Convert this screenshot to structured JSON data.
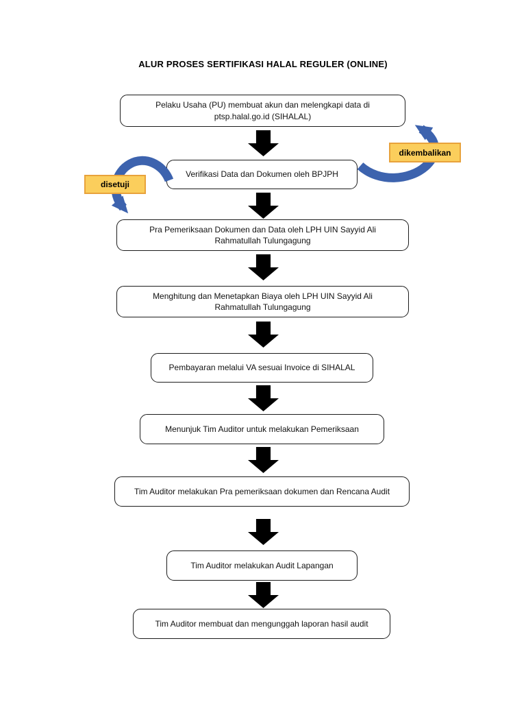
{
  "title": "ALUR PROSES SERTIFIKASI HALAL REGULER (ONLINE)",
  "flow": {
    "steps": [
      "Pelaku Usaha (PU) membuat akun dan melengkapi data di ptsp.halal.go.id (SIHALAL)",
      "Verifikasi Data dan Dokumen oleh BPJPH",
      "Pra Pemeriksaan Dokumen dan Data oleh LPH UIN Sayyid Ali Rahmatullah Tulungagung",
      "Menghitung dan Menetapkan Biaya oleh LPH UIN Sayyid Ali Rahmatullah Tulungagung",
      "Pembayaran melalui VA sesuai Invoice di SIHALAL",
      "Menunjuk Tim Auditor untuk melakukan Pemeriksaan",
      "Tim Auditor melakukan Pra pemeriksaan dokumen dan Rencana Audit",
      "Tim Auditor melakukan Audit Lapangan",
      "Tim Auditor membuat dan mengunggah laporan hasil audit"
    ],
    "branch_labels": {
      "returned": "dikembalikan",
      "approved": "disetuji"
    }
  },
  "colors": {
    "branch_label_fill": "#FBCE5C",
    "branch_label_border": "#E8A23B",
    "curved_arrow_blue": "#3D63AE",
    "flow_arrow_black": "#000000",
    "box_border": "#1b1b1b",
    "background": "#ffffff"
  }
}
